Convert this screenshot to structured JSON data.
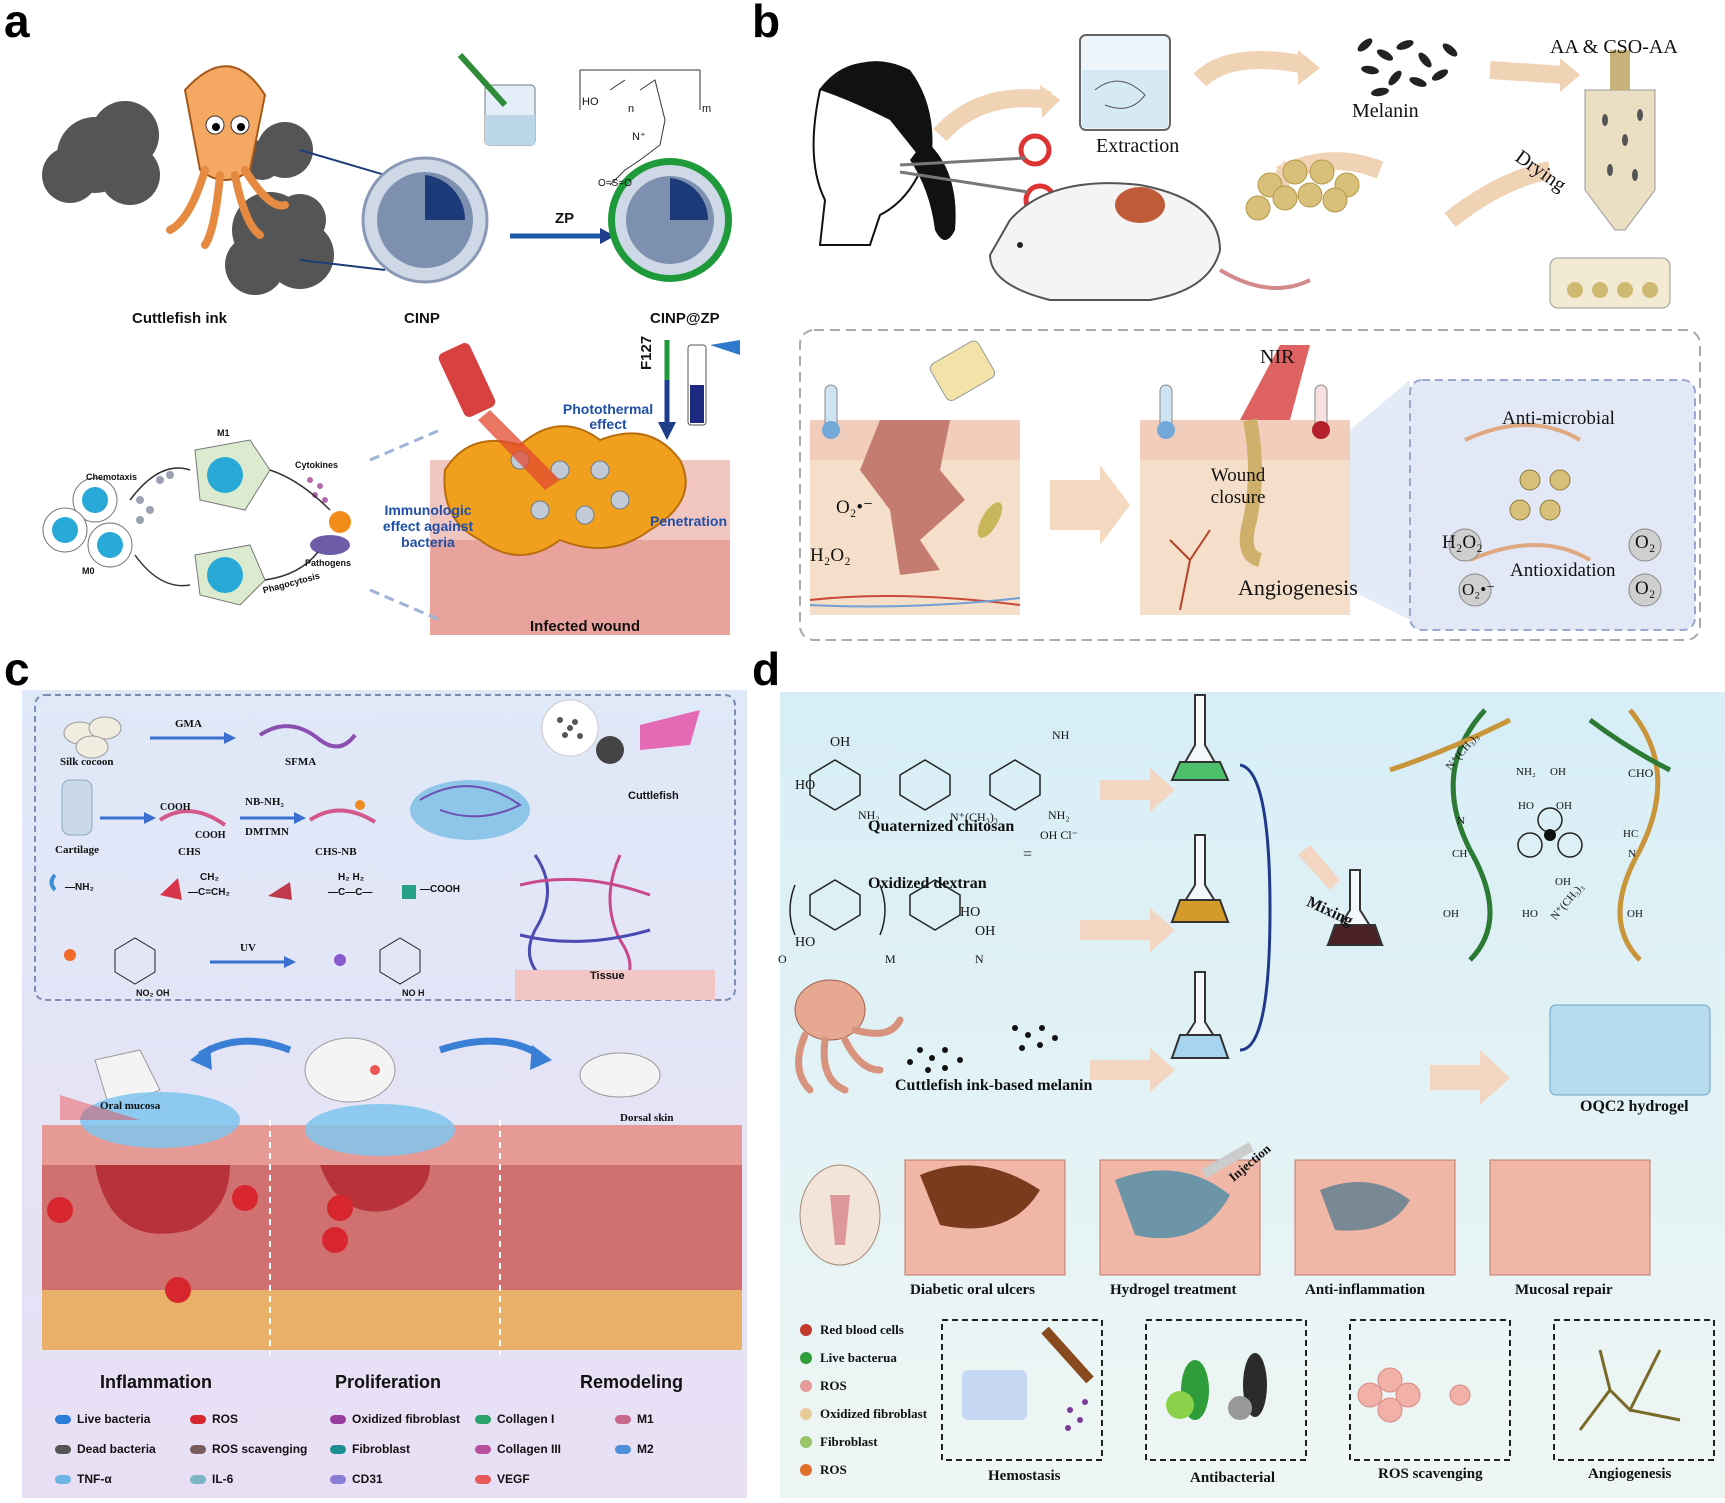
{
  "panels": {
    "a": {
      "label": "a",
      "cuttlefish_ink": "Cuttlefish ink",
      "cinp": "CINP",
      "zp": "ZP",
      "cinp_zp": "CINP@ZP",
      "f127": "F127",
      "photothermal": "Photothermal effect",
      "immunologic": "Immunologic effect against bacteria",
      "penetration": "Penetration",
      "infected_wound": "Infected wound",
      "m1": "M1",
      "m0": "M0",
      "chemotaxis": "Chemotaxis",
      "cytokines": "Cytokines",
      "pathogens": "Pathogens",
      "phagocytosis": "Phagocytosis",
      "polymer_n": "n",
      "polymer_m": "m",
      "polymer_ho": "HO",
      "polymer_n_plus": "N⁺",
      "polymer_so3": "O=S=O"
    },
    "b": {
      "label": "b",
      "extraction": "Extraction",
      "melanin": "Melanin",
      "aa_cso": "AA & CSO-AA",
      "drying": "Drying",
      "nir": "NIR",
      "o2_radical": "O₂•⁻",
      "h2o2": "H₂O₂",
      "wound_closure": "Wound closure",
      "angiogenesis": "Angiogenesis",
      "anti_microbial": "Anti-microbial",
      "antioxidation": "Antioxidation",
      "h2o2_right": "H₂O₂",
      "o2_radical_right": "O₂•⁻",
      "o2_a": "O₂",
      "o2_b": "O₂"
    },
    "c": {
      "label": "c",
      "silk_cocoon": "Silk cocoon",
      "gma": "GMA",
      "sfma": "SFMA",
      "cartilage": "Cartilage",
      "cooh1": "COOH",
      "cooh2": "COOH",
      "chs": "CHS",
      "nb_nh2": "NB-NH₂",
      "dmtmn": "DMTMN",
      "chs_nb": "CHS-NB",
      "cuttlefish": "Cuttlefish",
      "tissue": "Tissue",
      "nh2": "—NH₂",
      "ch2": "CH₂",
      "c_ch2": "—C=CH₂",
      "h2h2": "H₂ H₂",
      "c_c": "—C—C—",
      "cooh3": "—COOH",
      "uv": "UV",
      "no2_oh": "NO₂ OH",
      "no_h": "NO  H",
      "oral_mucosa": "Oral mucosa",
      "dorsal_skin": "Dorsal skin",
      "ros": "ROS",
      "stages": [
        "Inflammation",
        "Proliferation",
        "Remodeling"
      ],
      "legend": [
        {
          "label": "Live bacteria",
          "color": "#2a7dd6"
        },
        {
          "label": "ROS",
          "color": "#d8262e"
        },
        {
          "label": "Oxidized fibroblast",
          "color": "#9a3da0"
        },
        {
          "label": "Collagen I",
          "color": "#2aa06a"
        },
        {
          "label": "M1",
          "color": "#c7688a"
        },
        {
          "label": "Dead bacteria",
          "color": "#555555"
        },
        {
          "label": "ROS scavenging",
          "color": "#7a5c5c"
        },
        {
          "label": "Fibroblast",
          "color": "#1d8f93"
        },
        {
          "label": "Collagen III",
          "color": "#b84f9a"
        },
        {
          "label": "M2",
          "color": "#4f8ed8"
        },
        {
          "label": "TNF-α",
          "color": "#6fb6e6"
        },
        {
          "label": "IL-6",
          "color": "#7bb4c4"
        },
        {
          "label": "CD31",
          "color": "#8a7dd6"
        },
        {
          "label": "VEGF",
          "color": "#e65a5a"
        }
      ]
    },
    "d": {
      "label": "d",
      "quaternized_chitosan": "Quaternized chitosan",
      "oxidized_dextran": "Oxidized dextran",
      "cuttlefish_melanin": "Cuttlefish ink-based melanin",
      "mixing": "Mixing",
      "oqc2": "OQC2 hydrogel",
      "injection": "Injection",
      "chem_oh": "OH",
      "chem_ho": "HO",
      "chem_nh2": "NH₂",
      "chem_nh": "NH",
      "chem_n_ch3": "N⁺(CH₃)₃",
      "chem_oh_cl": "OH Cl⁻",
      "chem_eq": "=",
      "chem_oh2": "OH",
      "chem_n": "N",
      "chem_m": "M",
      "chem_o": "O",
      "net_n_ch3_a": "N⁺(CH₃)₃",
      "net_nh2": "NH₂",
      "net_oh_a": "OH",
      "net_cho": "CHO",
      "net_ho_a": "HO",
      "net_oh_b": "OH",
      "net_n_a": "N",
      "net_ch": "CH",
      "net_hc": "HC",
      "net_n_b": "N",
      "net_oh_c": "OH",
      "net_ho_b": "HO",
      "net_n_ch3_b": "N⁺(CH₃)₃",
      "net_oh_d": "OH",
      "net_oh_e": "OH",
      "stages": [
        "Diabetic oral ulcers",
        "Hydrogel treatment",
        "Anti-inflammation",
        "Mucosal repair"
      ],
      "legend": [
        {
          "label": "Red blood cells",
          "color": "#c0392b"
        },
        {
          "label": "Live bacterua",
          "color": "#2f9e3a"
        },
        {
          "label": "ROS",
          "color": "#e39a9a"
        },
        {
          "label": "Oxidized fibroblast",
          "color": "#e8c99a"
        },
        {
          "label": "Fibroblast",
          "color": "#9ac46a"
        },
        {
          "label": "ROS",
          "color": "#e0702a"
        }
      ],
      "boxes": [
        "Hemostasis",
        "Antibacterial",
        "ROS scavenging",
        "Angiogenesis"
      ]
    }
  }
}
